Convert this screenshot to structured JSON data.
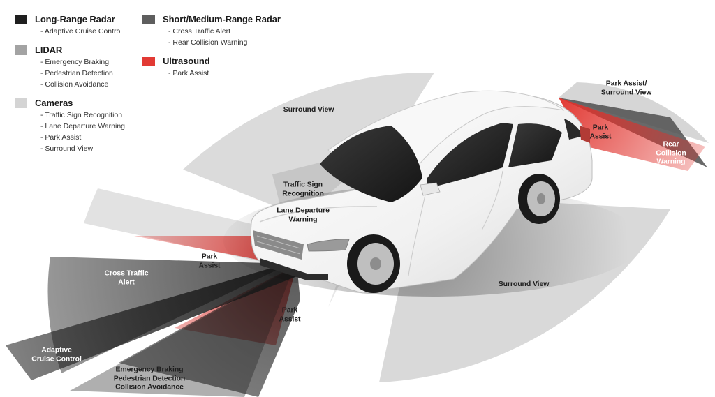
{
  "legend": {
    "long_range_radar": {
      "title": "Long-Range Radar",
      "color": "#1f1f1f",
      "items": [
        "- Adaptive Cruise Control"
      ]
    },
    "short_medium_radar": {
      "title": "Short/Medium-Range Radar",
      "color": "#5e5e5e",
      "items": [
        "- Cross Traffic Alert",
        "- Rear Collision Warning"
      ]
    },
    "lidar": {
      "title": "LIDAR",
      "color": "#a3a3a3",
      "items": [
        "- Emergency Braking",
        "- Pedestrian Detection",
        "- Collision Avoidance"
      ]
    },
    "ultrasound": {
      "title": "Ultrasound",
      "color": "#e23a34",
      "items": [
        "- Park Assist"
      ]
    },
    "cameras": {
      "title": "Cameras",
      "color": "#d4d4d4",
      "items": [
        "- Traffic Sign Recognition",
        "- Lane Departure Warning",
        "- Park Assist",
        "- Surround View"
      ]
    }
  },
  "labels": {
    "surround_view_top": "Surround View",
    "park_assist_surround_rear": "Park Assist/\nSurround View",
    "park_assist_rear": "Park\nAssist",
    "rear_collision_warning": "Rear Collision\nWarning",
    "traffic_sign_recognition": "Traffic Sign\nRecognition",
    "lane_departure_warning": "Lane Departure\nWarning",
    "park_assist_front_left": "Park\nAssist",
    "cross_traffic_alert": "Cross Traffic\nAlert",
    "park_assist_front_right": "Park\nAssist",
    "surround_view_side": "Surround View",
    "adaptive_cruise_control": "Adaptive\nCruise Control",
    "emergency_braking_group": "Emergency Braking\nPedestrian Detection\nCollision Avoidance"
  }
}
